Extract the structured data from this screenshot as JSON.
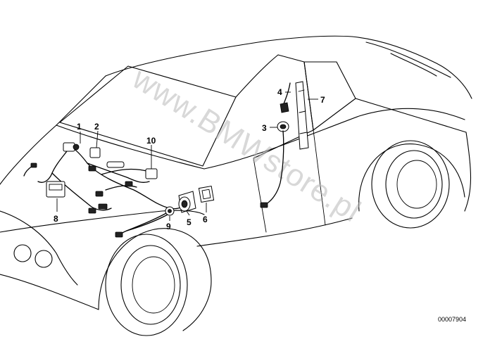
{
  "diagram": {
    "watermark": "www.BMWstore.pl",
    "reference_number": "00007904",
    "callouts": [
      {
        "id": "1",
        "label": "1"
      },
      {
        "id": "2",
        "label": "2"
      },
      {
        "id": "3",
        "label": "3"
      },
      {
        "id": "4",
        "label": "4"
      },
      {
        "id": "5",
        "label": "5"
      },
      {
        "id": "6",
        "label": "6"
      },
      {
        "id": "7",
        "label": "7"
      },
      {
        "id": "8",
        "label": "8"
      },
      {
        "id": "9",
        "label": "9"
      },
      {
        "id": "10",
        "label": "10"
      }
    ]
  }
}
